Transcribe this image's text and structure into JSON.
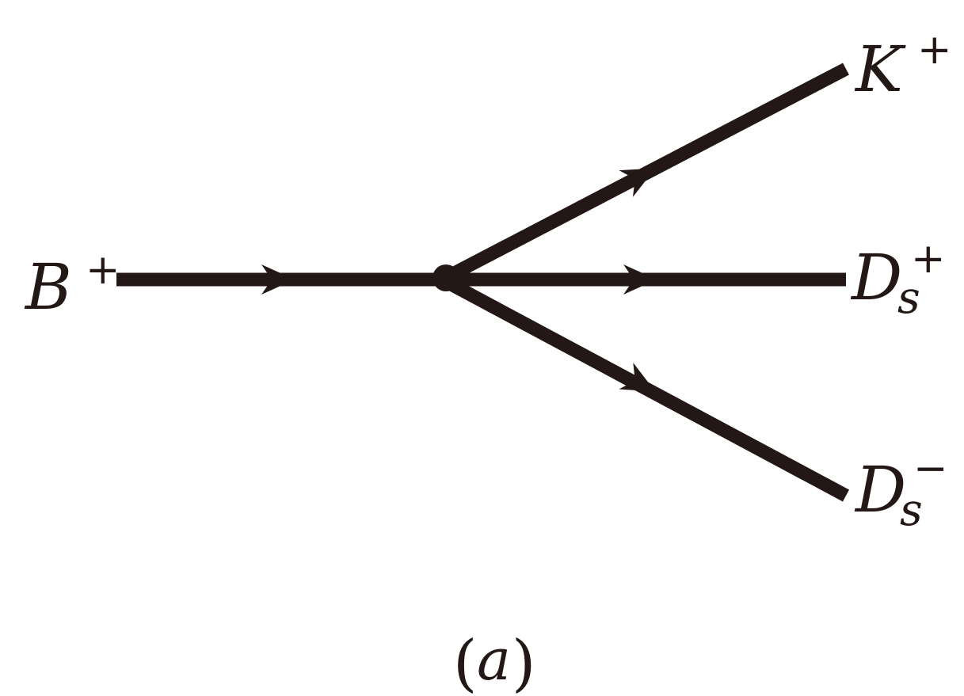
{
  "colors": {
    "ink": "#231815",
    "background": "#ffffff"
  },
  "particles": {
    "initial": {
      "symbol": "B",
      "charge": "+"
    },
    "upper": {
      "symbol": "K",
      "charge": "+"
    },
    "middle": {
      "symbol": "D",
      "subscript": "s",
      "charge": "+"
    },
    "lower": {
      "symbol": "D",
      "subscript": "s",
      "charge": "−"
    }
  },
  "caption": {
    "open": "(",
    "label": "a",
    "close": ")"
  }
}
